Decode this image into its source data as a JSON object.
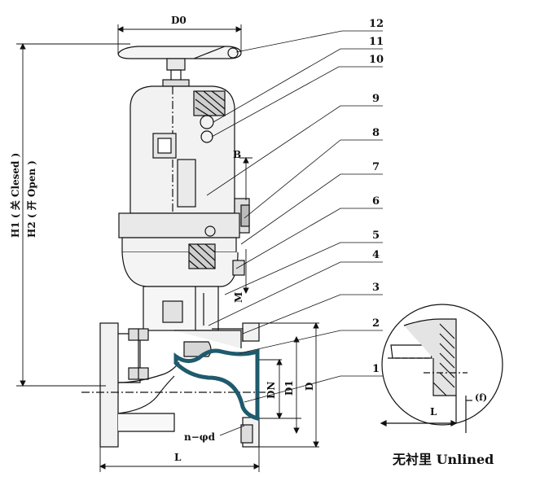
{
  "dimensions": {
    "d0": "D0",
    "h1": "H1 ( 关 Clesed )",
    "h2": "H2 ( 开 Open )",
    "b": "B",
    "m": "M",
    "dn": "DN",
    "d1": "D1",
    "d": "D",
    "l": "L",
    "bolt": "n−φd"
  },
  "callouts": [
    "12",
    "11",
    "10",
    "9",
    "8",
    "7",
    "6",
    "5",
    "4",
    "3",
    "2",
    "1"
  ],
  "detail": {
    "l": "L",
    "f": "(f)",
    "caption": "无衬里 Unlined"
  },
  "colors": {
    "lining": "#1f5a6e",
    "line": "#111111"
  }
}
